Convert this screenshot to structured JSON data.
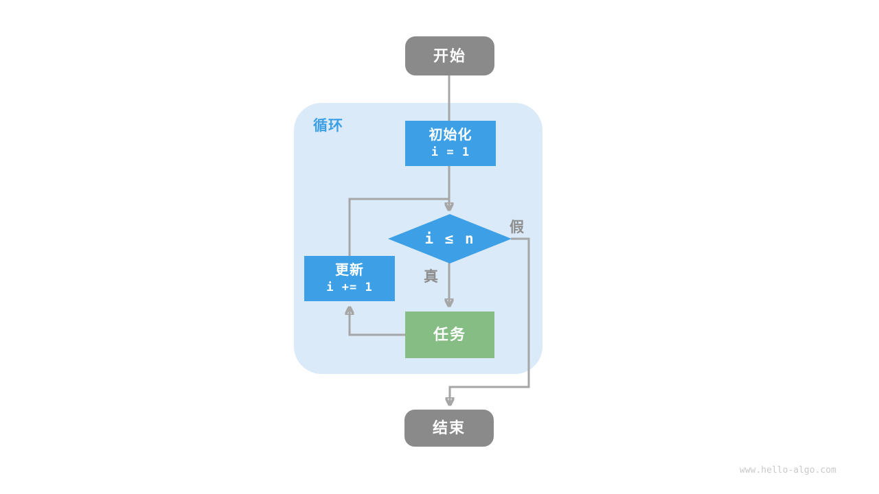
{
  "diagram": {
    "container_label": "循环",
    "nodes": {
      "start": {
        "label": "开始"
      },
      "init": {
        "title": "初始化",
        "code": "i = 1"
      },
      "condition": {
        "label": "i ≤ n"
      },
      "task": {
        "label": "任务"
      },
      "update": {
        "title": "更新",
        "code": "i += 1"
      },
      "end": {
        "label": "结束"
      }
    },
    "edge_labels": {
      "true_label": "真",
      "false_label": "假"
    },
    "colors": {
      "blue": "#3da0e6",
      "green": "#85bd84",
      "gray": "#8a8a8a",
      "line": "#a6a6a6",
      "container": "#daeaf8",
      "edge-label": "#8e8e8e",
      "watermark": "#c9c9c9",
      "node-text": "#ffffff"
    }
  },
  "watermark": "www.hello-algo.com"
}
